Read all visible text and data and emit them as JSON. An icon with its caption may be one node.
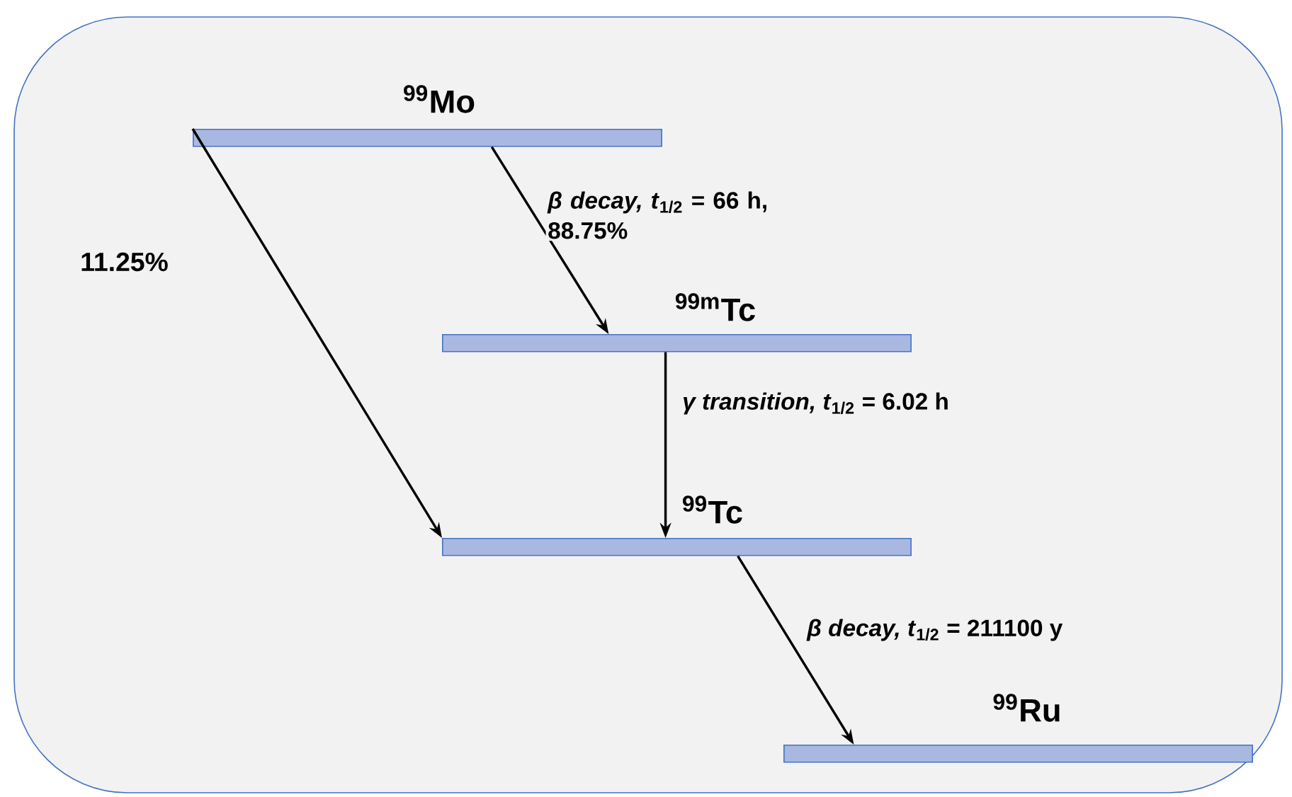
{
  "diagram": {
    "nodes": [
      {
        "text": [
          "$^{99}$Mo"
        ]
      },
      {
        "text": [
          "$^{99m}$Tc"
        ]
      },
      {
        "text": [
          "$^{99}$Tc"
        ]
      },
      {
        "text": [
          "$^{99}$Ru"
        ]
      }
    ],
    "edges": [
      {
        "from": 0,
        "to": 1,
        "arrow": "to",
        "label": "*β decay, t*$_{1/2}$ = 66 h, 88.75%"
      },
      {
        "from": 0,
        "to": 2,
        "arrow": "to",
        "label": "11.25%"
      },
      {
        "from": 1,
        "to": 2,
        "arrow": "to",
        "label": "*γ transition, t*$_{1/2}$ = 6.02 h"
      },
      {
        "from": 2,
        "to": 3,
        "arrow": "to",
        "label": "*β decay, t*$_{1/2}$ = 211100 y"
      }
    ]
  }
}
